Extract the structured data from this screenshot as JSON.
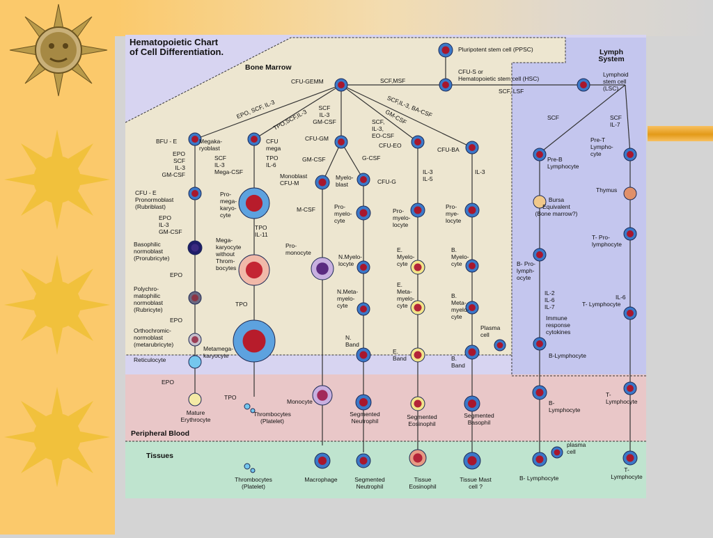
{
  "colors": {
    "sidebar": "#fbc96b",
    "sun": "#f1c13c",
    "bone_marrow_bg": "#ede6d0",
    "lymph_bg": "#c4c6ee",
    "peripheral_bg": "#e9c7c8",
    "tissues_bg": "#bfe4cf",
    "cell_border": "#3b78c8",
    "nucleus": "#a8172d"
  },
  "chart": {
    "title": "Hematopoietic Chart\nof Cell Differentiation.",
    "section_bone_marrow": "Bone Marrow",
    "section_lymph": "Lymph\nSystem",
    "section_peripheral": "Peripheral Blood",
    "section_tissues": "Tissues"
  },
  "labels": {
    "ppsc": "Pluripotent stem cell (PPSC)",
    "hsc": "CFU-S or\nHematopoietic stem cell (HSC)",
    "scf_msf": "SCF,MSF",
    "scf_lsf": "SCF, LSF",
    "lsc": "Lymphoid\nstem cell\n(LSC)",
    "cfu_gemm": "CFU-GEMM",
    "epo_scf_il3": "EPO, SCF, IL-3",
    "tpo_scf_il3": "TPO,SCF,IL-3",
    "scf_il3_gmcsf": "SCF\nIL-3\nGM-CSF",
    "gm_csf_diag": "GM-CSF",
    "scf_il3_ba": "SCF,IL-3, BA-CSF",
    "scf_il3_eo": "SCF,\nIL-3,\nEO-CSF",
    "bfu_e": "BFU - E",
    "megakaryoblast": "Megaka-\nryoblast",
    "cfu_mega": "CFU\nmega",
    "cfu_gm": "CFU-GM",
    "cfu_eo": "CFU-EO",
    "cfu_ba": "CFU-BA",
    "epo_scf_1": "EPO\nSCF\nIL-3\nGM-CSF",
    "scf_il3_mega": "SCF\nIL-3\nMega-CSF",
    "tpo_il6": "TPO\nIL-6",
    "gmcsf": "GM-CSF",
    "gcsf": "G-CSF",
    "il3_il5": "IL-3\nIL-5",
    "il3": "IL-3",
    "cfu_e": "CFU - E\nPronormoblast\n(Rubriblast)",
    "promegakaryocyte": "Pro-\nmega-\nkaryo-\ncyte",
    "monoblast": "Monoblast\nCFU-M",
    "myeloblast": "Myelo-\nblast",
    "cfu_g": "CFU-G",
    "epo_il3": "EPO\nIL-3\nGM-CSF",
    "tpo_il11": "TPO\nIL-11",
    "mcsf": "M-CSF",
    "promyelocyte_n": "Pro-\nmyelo-\ncyte",
    "promyelocyte_e": "Pro-\nmyelo-\nlocyte",
    "promyelocyte_b": "Pro-\nmye-\nlocyte",
    "basophilic_nb": "Basophilic\nnormoblast\n(Prorubricyte)",
    "megakaryocyte": "Mega-\nkaryocyte\nwithout\nThrom-\nbocytes",
    "promonocyte": "Pro-\nmonocyte",
    "n_myelocyte": "N.Myelo-\nlocyte",
    "e_myelocyte": "E.\nMyelo-\ncyte",
    "b_myelocyte": "B.\nMyelo-\ncyte",
    "epo_a": "EPO",
    "polychromatophilic": "Polychro-\nmatophilic\nnormoblast\n(Rubricyte)",
    "n_metamyelocyte": "N.Meta-\nmyelo-\ncyte",
    "e_metamyelocyte": "E.\nMeta-\nmyelo-\ncyte",
    "b_metamyelocyte": "B.\nMeta-\nmyelo-\ncyte",
    "tpo_a": "TPO",
    "epo_b": "EPO",
    "orthochromic": "Orthochromic-\nnormoblast\n(metarubricyte)",
    "plasma_cell_a": "Plasma\ncell",
    "n_band": "N.\nBand",
    "e_band": "E.\nBand",
    "b_band": "B.\nBand",
    "reticulocyte": "Reticulocyte",
    "metamegakaryocyte": "Metamega-\nkaryocyte",
    "epo_c": "EPO",
    "tpo_b": "TPO",
    "mature_erythrocyte": "Mature\nErythrocyte",
    "thrombocytes_pb": "Thrombocytes\n(Platelet)",
    "monocyte": "Monocyte",
    "seg_neutrophil": "Segmented\nNeutrophil",
    "seg_eosinophil": "Segmented\nEosinophil",
    "seg_basophil": "Segmented\nBasophil",
    "thrombocytes_t": "Thrombocytes\n(Platelet)",
    "macrophage": "Macrophage",
    "seg_neutrophil_t": "Segmented\nNeutrophil",
    "tissue_eosinophil": "Tissue\nEosinophil",
    "tissue_mast": "Tissue Mast\ncell ?",
    "scf_lymph": "SCF",
    "scf_il7": "SCF\nIL-7",
    "pre_b": "Pre-B\nLymphocyte",
    "pre_t": "Pre-T\nLympho-\ncyte",
    "bursa": "Bursa\nEquivalent\n(Bone marrow?)",
    "thymus": "Thymus",
    "t_prolymphocyte": "T- Pro-\nlymphocyte",
    "b_prolymphocyte": "B- Pro-\nlymph-\nocyte",
    "il_267": "IL-2\nIL-6\nIL-7",
    "il6": "IL-6",
    "t_lymphocyte_a": "T- Lymphocyte",
    "immune_response": "Immune\nresponse\ncytokines",
    "b_lymphocyte_a": "B-Lymphocyte",
    "b_lymphocyte_pb": "B-\nLymphocyte",
    "t_lymphocyte_pb": "T-\nLymphocyte",
    "plasma_cell_b": "plasma\ncell",
    "b_lymphocyte_t": "B- Lymphocyte",
    "t_lymphocyte_t": "T-\nLymphocyte"
  }
}
